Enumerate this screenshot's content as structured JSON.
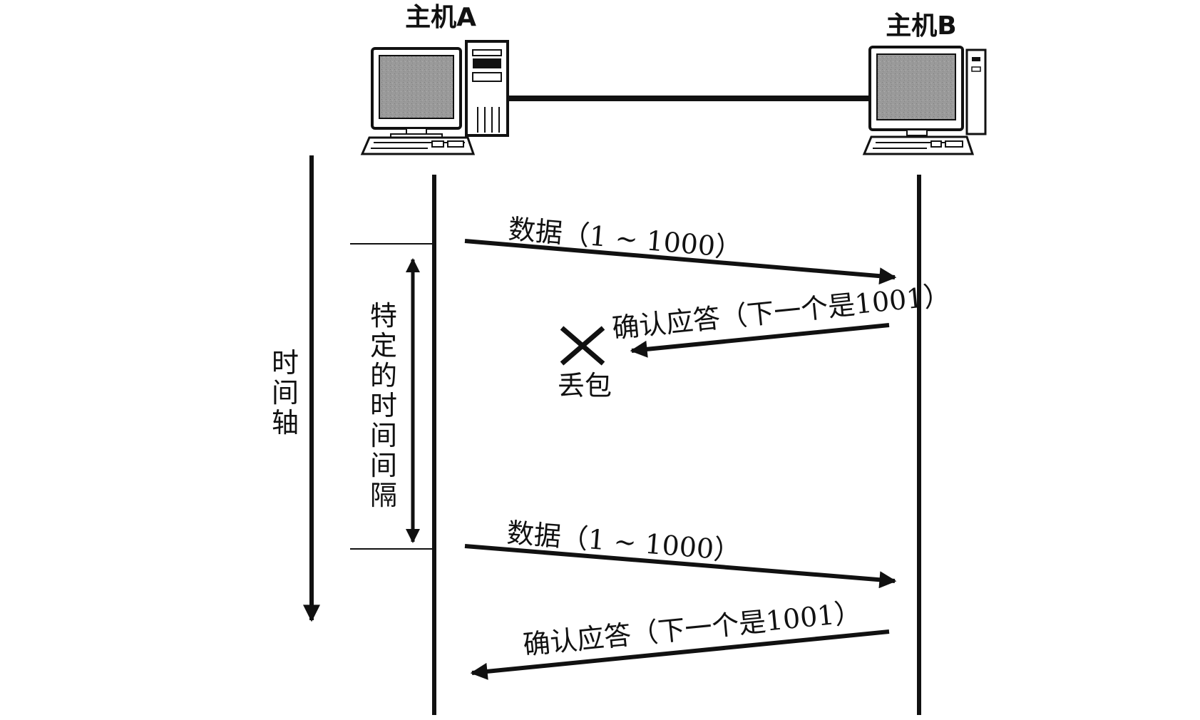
{
  "hosts": {
    "a": "主机A",
    "b": "主机B"
  },
  "axis": {
    "time_chars": [
      "时",
      "间",
      "轴"
    ],
    "interval_chars": [
      "特",
      "定",
      "的",
      "时",
      "间",
      "间",
      "隔"
    ]
  },
  "messages": {
    "data_1": "数据（1 ~ 1000）",
    "ack_1": "确认应答（下一个是1001）",
    "lost": "丢包",
    "data_2": "数据（1 ~ 1000）",
    "ack_2": "确认应答（下一个是1001）"
  },
  "colors": {
    "ink": "#111111",
    "screen": "#9a9a9a",
    "background": "#ffffff"
  }
}
